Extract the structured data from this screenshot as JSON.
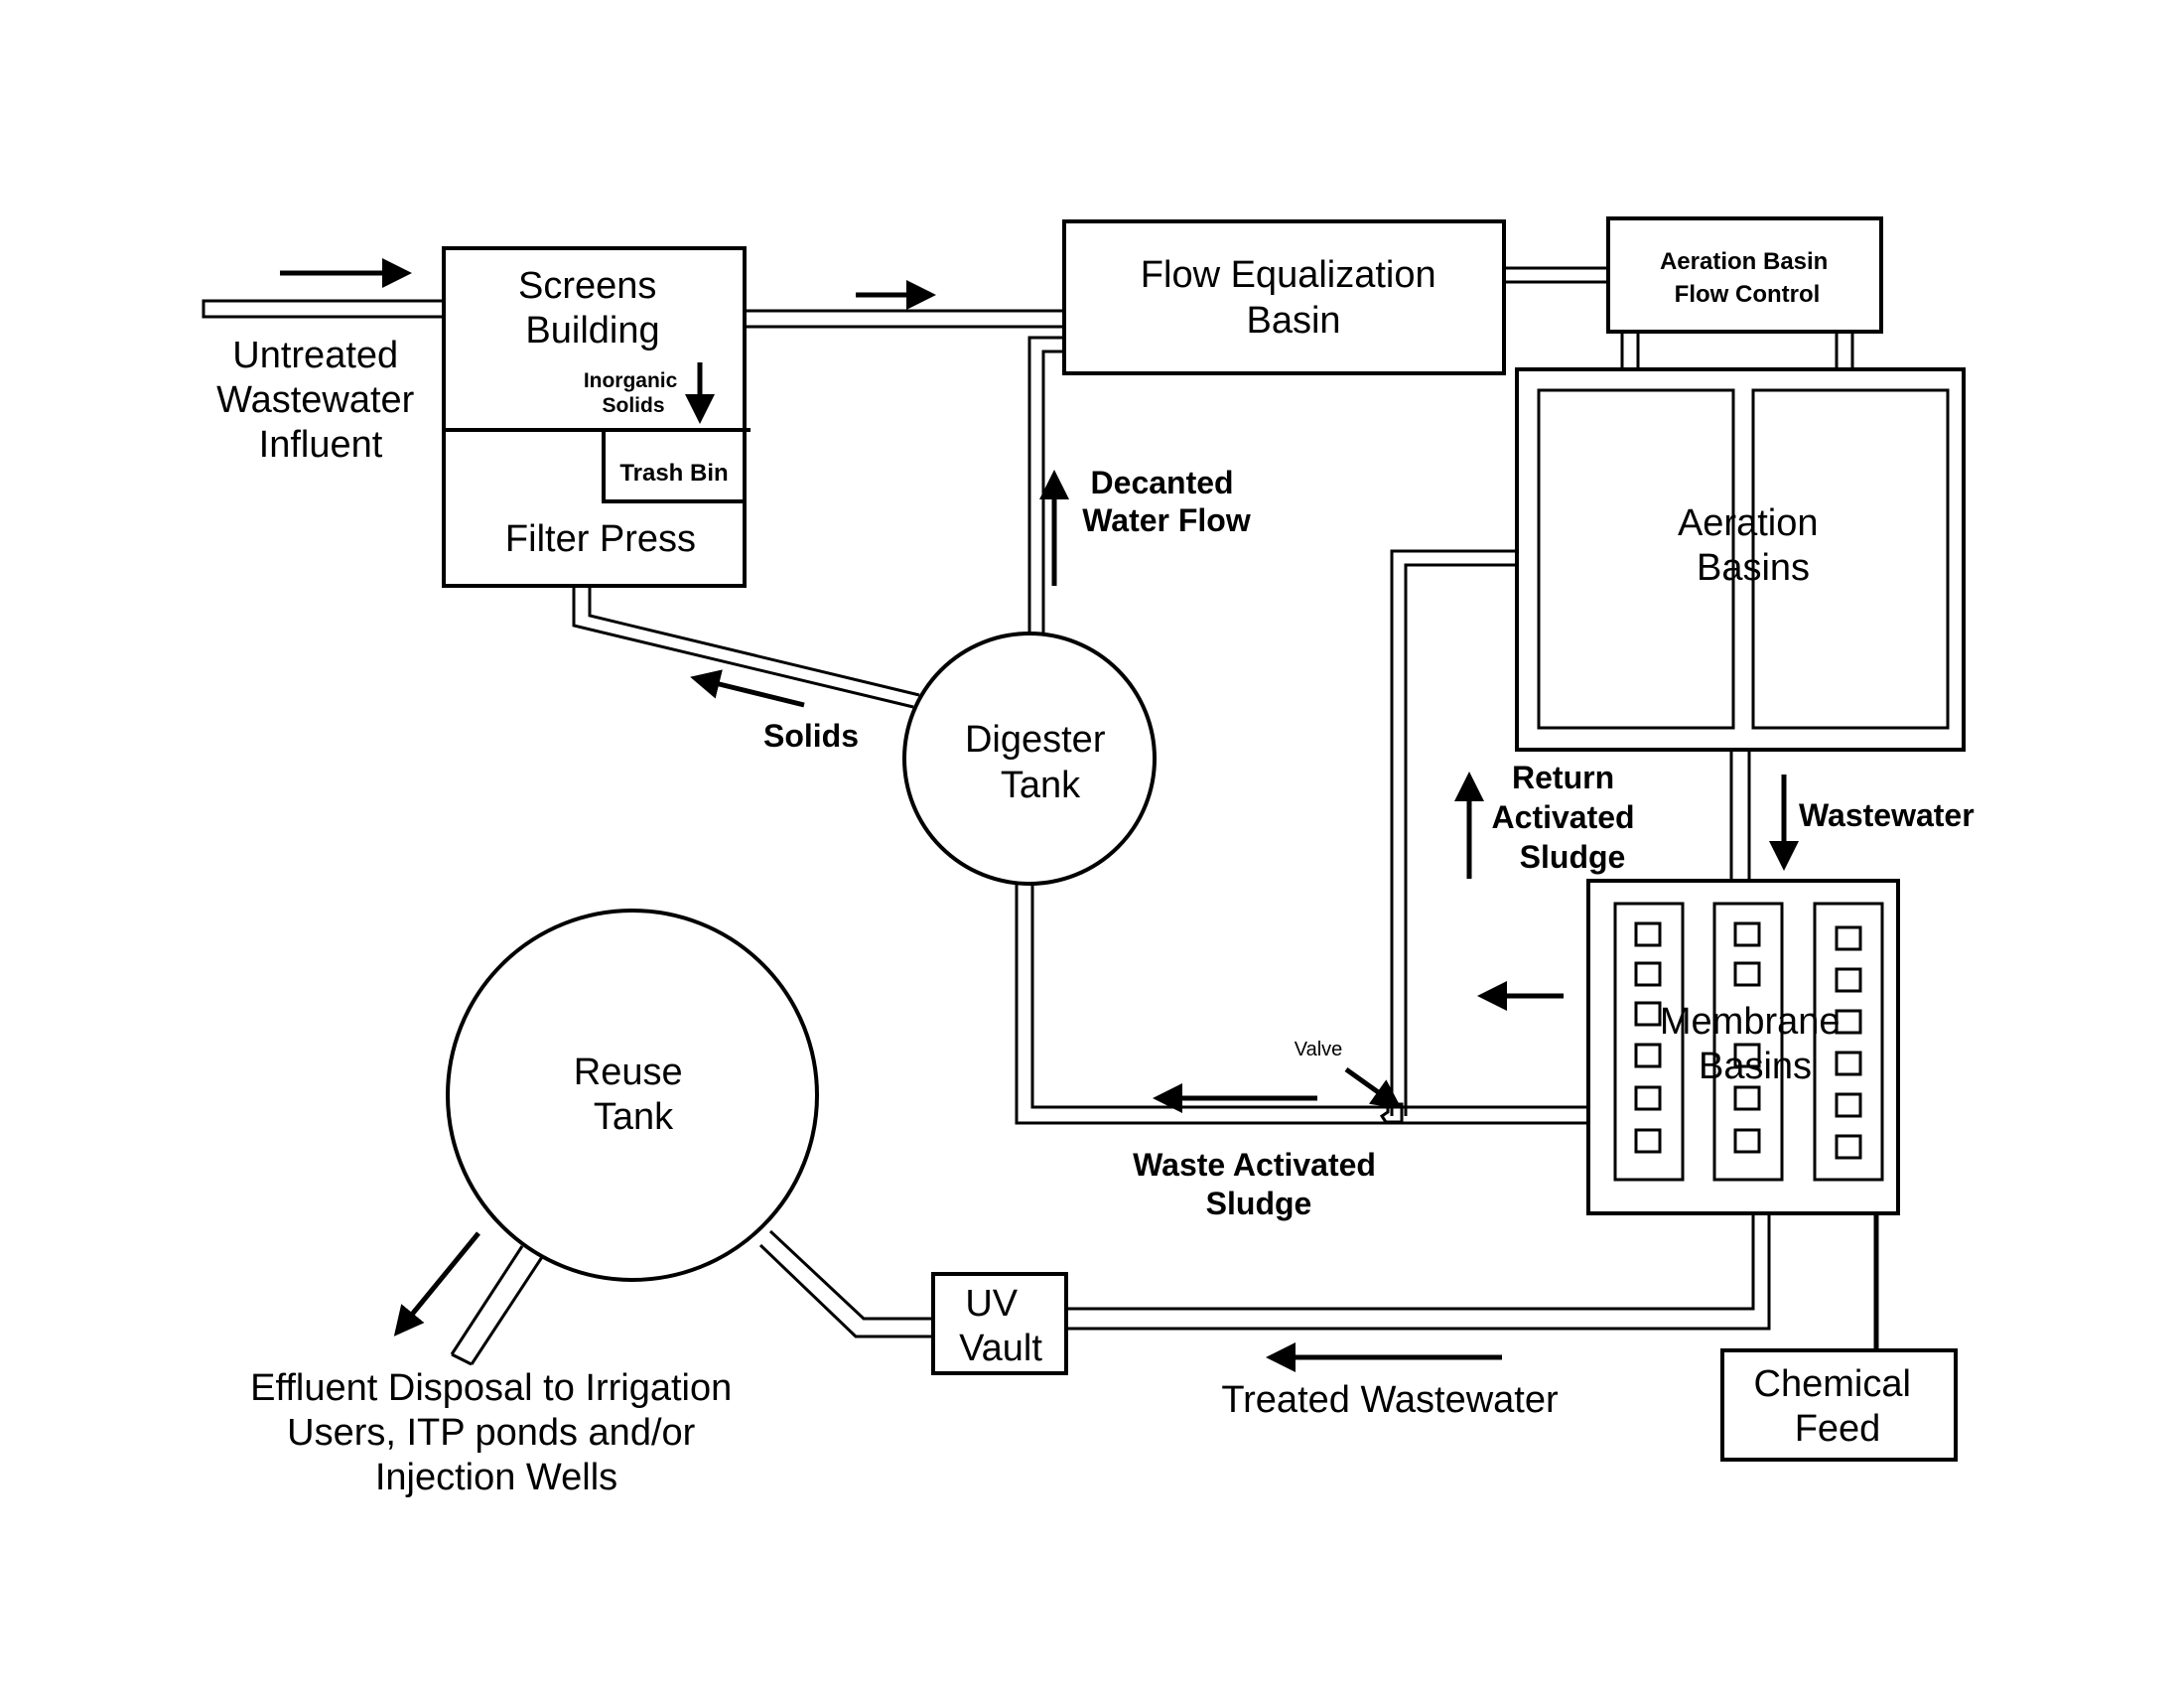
{
  "labels": {
    "untreated": [
      "Untreated",
      "Wastewater",
      "Influent"
    ],
    "screens": [
      "Screens",
      "Building"
    ],
    "inorganic": [
      "Inorganic",
      "Solids"
    ],
    "trash_bin": "Trash Bin",
    "filter_press": "Filter Press",
    "flow_eq": [
      "Flow Equalization",
      "Basin"
    ],
    "aeration_control": [
      "Aeration Basin",
      "Flow Control"
    ],
    "aeration_basins": [
      "Aeration",
      "Basins"
    ],
    "decanted": [
      "Decanted",
      "Water Flow"
    ],
    "solids": "Solids",
    "digester": [
      "Digester",
      "Tank"
    ],
    "return_sludge": [
      "Return",
      "Activated",
      "Sludge"
    ],
    "wastewater": "Wastewater",
    "membrane": [
      "Membrane",
      "Basins"
    ],
    "valve": "Valve",
    "waste_sludge": [
      "Waste Activated",
      "Sludge"
    ],
    "reuse": [
      "Reuse",
      "Tank"
    ],
    "uv": [
      "UV",
      "Vault"
    ],
    "treated": "Treated Wastewater",
    "chemical": [
      "Chemical",
      "Feed"
    ],
    "effluent": [
      "Effluent Disposal to Irrigation",
      "Users, ITP ponds and/or",
      "Injection Wells"
    ]
  }
}
